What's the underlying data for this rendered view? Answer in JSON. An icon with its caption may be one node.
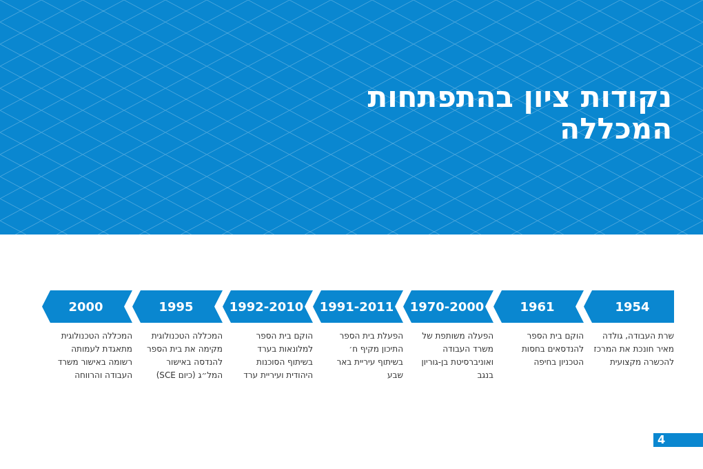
{
  "diagram": {
    "title": "נקודות ציון בהתפתחות המכללה",
    "nodes": [
      {
        "text": [
          "1954"
        ],
        "beside": [
          "שרת העבודה, גולדה מאיר חונכת את המרכז להכשרה מקצועית"
        ]
      },
      {
        "text": [
          "1961"
        ],
        "beside": [
          "הוקם בית הספר להנדסאים בחסות הטכניון בחיפה"
        ]
      },
      {
        "text": [
          "1970-2000"
        ],
        "beside": [
          "הפעלה משותפת של משרד העבודה ואוניברסיטת בן-גוריון בנגב"
        ]
      },
      {
        "text": [
          "1991-2011"
        ],
        "beside": [
          "הפעלת בית הספר התיכון מקיף ח׳ בשיתוף עיריית באר שבע"
        ]
      },
      {
        "text": [
          "1992-2010"
        ],
        "beside": [
          "הוקם בית הספר למלונאות בערד בשיתוף הסוכנות היהודית ועיריית ערד"
        ]
      },
      {
        "text": [
          "1995"
        ],
        "beside": [
          "המכללה הטכנולוגית מקימה את בית הספר להנדסה באישור המל״ג (כיום SCE)"
        ]
      },
      {
        "text": [
          "2000"
        ],
        "beside": [
          "המכללה הטכנולוגית מתאגדת לעמותה רשומה באישור משרד העבודה והרווחה"
        ]
      }
    ],
    "edges": [],
    "labels": [
      "4"
    ]
  }
}
